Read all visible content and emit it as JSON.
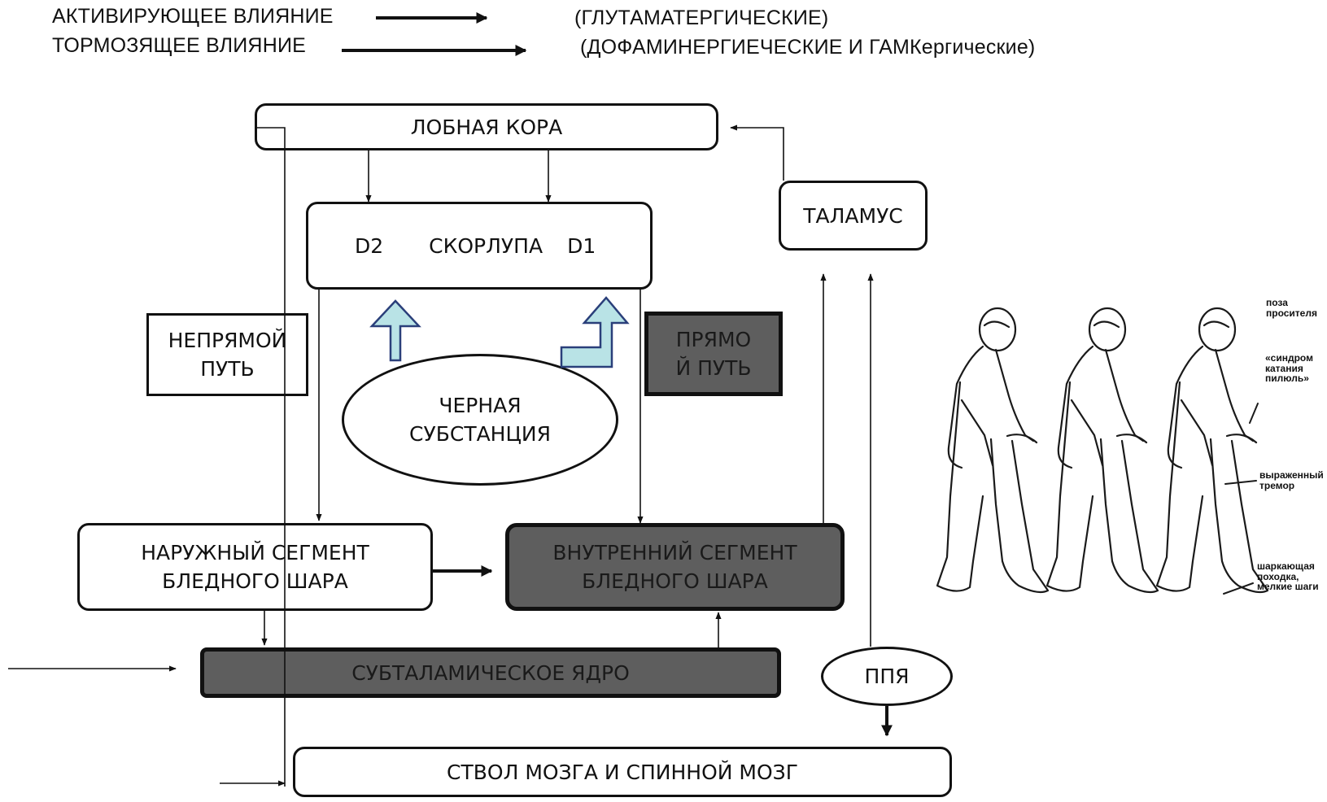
{
  "legend": {
    "activating": "АКТИВИРУЮЩЕЕ ВЛИЯНИЕ",
    "inhibiting": "ТОРМОЗЯЩЕЕ  ВЛИЯНИЕ",
    "activating_type": "(ГЛУТАМАТЕРГИЧЕСКИЕ)",
    "inhibiting_type": "(ДОФАМИНЕРГИЕЧЕСКИЕ И ГАМКергические)"
  },
  "nodes": {
    "frontal_cortex": "ЛОБНАЯ КОРА",
    "putamen_d2": "D2",
    "putamen": "СКОРЛУПА",
    "putamen_d1": "D1",
    "thalamus": "ТАЛАМУС",
    "indirect_path": "НЕПРЯМОЙ\nПУТЬ",
    "direct_path": "ПРЯМО\nЙ ПУТЬ",
    "substantia_nigra": "ЧЕРНАЯ\nСУБСТАНЦИЯ",
    "gpe": "НАРУЖНЫЙ СЕГМЕНТ\nБЛЕДНОГО ШАРА",
    "gpi": "ВНУТРЕННИЙ СЕГМЕНТ\nБЛЕДНОГО ШАРА",
    "stn": "СУБТАЛАМИЧЕСКОЕ ЯДРО",
    "ppn": "ППЯ",
    "brainstem": "СТВОЛ МОЗГА И СПИННОЙ МОЗГ"
  },
  "figure_labels": {
    "posture": "поза\nпросителя",
    "pill_rolling": "«синдром\nкатания\nпилюль»",
    "tremor": "выраженный\nтремор",
    "gait": "шаркающая\nпоходка,\nмелкие шаги"
  },
  "colors": {
    "dark_box": "#5e5e5e",
    "dopamine_arrow_fill": "#b9e3e6",
    "dopamine_arrow_stroke": "#2a3f7a",
    "line": "#111111"
  }
}
